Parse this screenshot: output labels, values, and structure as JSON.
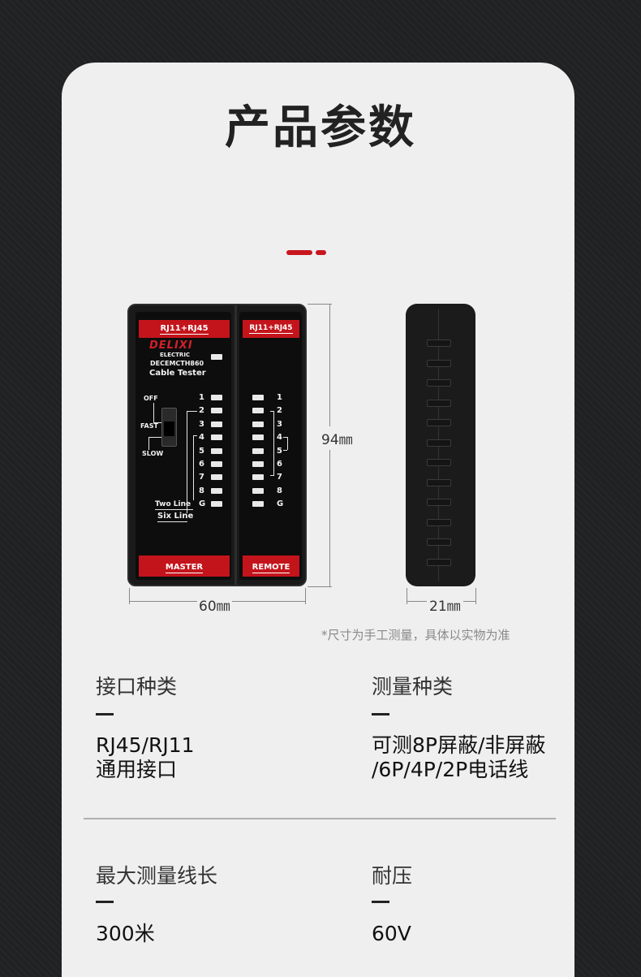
{
  "page": {
    "title": "产品参数",
    "accent_color": "#c8161d"
  },
  "product": {
    "master": {
      "top_label": "RJ11+RJ45",
      "brand": "DELIXI",
      "brand_sub": "ELECTRIC",
      "model": "DECEMCTH860",
      "name": "Cable Tester",
      "switch_off": "OFF",
      "switch_fast": "FAST",
      "switch_slow": "SLOW",
      "two_line": "Two Line",
      "six_line": "Six Line",
      "bottom_label": "MASTER",
      "pins": [
        "1",
        "2",
        "3",
        "4",
        "5",
        "6",
        "7",
        "8",
        "G"
      ]
    },
    "remote": {
      "top_label": "RJ11+RJ45",
      "bottom_label": "REMOTE",
      "pins": [
        "1",
        "2",
        "3",
        "4",
        "5",
        "6",
        "7",
        "8",
        "G"
      ]
    },
    "dimensions": {
      "height": "94㎜",
      "width": "60㎜",
      "depth": "21㎜"
    },
    "note": "*尺寸为手工测量，具体以实物为准"
  },
  "specs": [
    {
      "label": "接口种类",
      "value_lines": [
        "RJ45/RJ11",
        "通用接口"
      ]
    },
    {
      "label": "测量种类",
      "value_lines": [
        "可测8P屏蔽/非屏蔽",
        "/6P/4P/2P电话线"
      ]
    },
    {
      "label": "最大测量线长",
      "value_lines": [
        "300米"
      ]
    },
    {
      "label": "耐压",
      "value_lines": [
        "60V"
      ]
    }
  ]
}
